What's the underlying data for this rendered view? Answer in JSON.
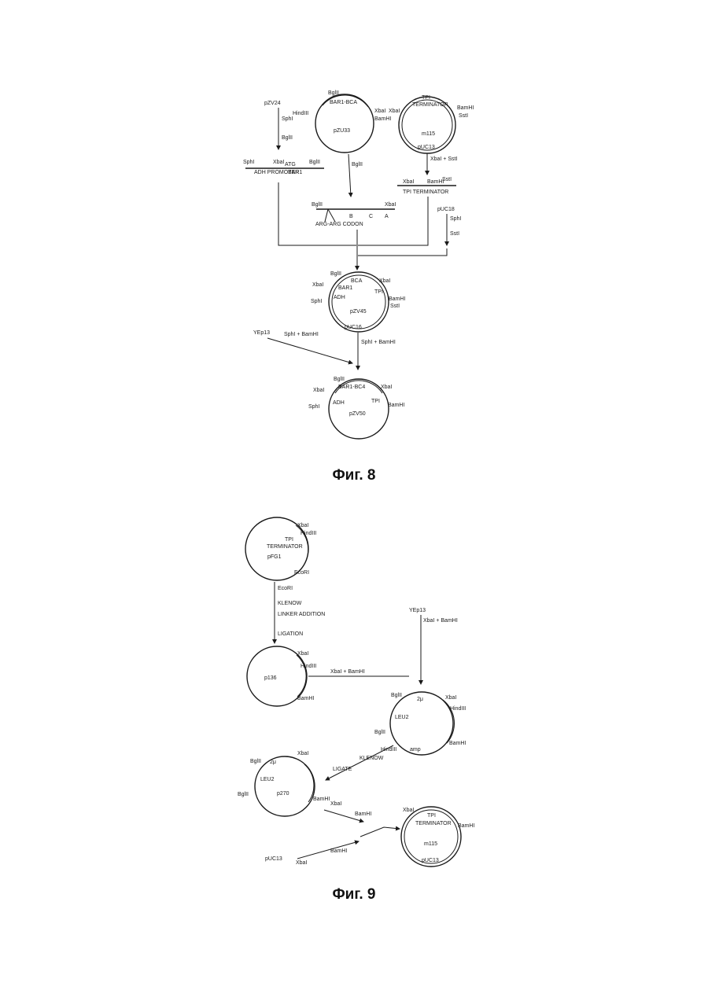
{
  "figures": {
    "fig8": {
      "caption": "Фиг. 8"
    },
    "fig9": {
      "caption": "Фиг. 9"
    }
  },
  "labels": {
    "pzv24": "pZV24",
    "sphi": "SphI",
    "bglii": "BglII",
    "hindiii": "HindIII",
    "xbai": "XbaI",
    "bamhi": "BamHI",
    "ssti": "SstI",
    "bar1_bca": "BAR1-BCA",
    "pzu33": "pZU33",
    "tpi_terminator": "TPI TERMINATOR",
    "tpi": "TPI",
    "terminator": "TERMINATOR",
    "m115": "m115",
    "puc13": "pUC13",
    "xbai_ssti": "XbaI + SstI",
    "atg": "ATG",
    "adh_promoter": "ADH PROMOTER",
    "adh": "ADH",
    "bar1": "BAR1",
    "b": "B",
    "c": "C",
    "a": "A",
    "arg_codon": "ARG-ARG CODON",
    "puc18": "pUC18",
    "bca": "BCA",
    "pzv45": "pZV45",
    "puc16": "pUC16",
    "yep13": "YEp13",
    "sphi_bamhi": "SphI + BamHI",
    "bar1_bc4": "BAR1-BC4",
    "pzv50": "pZV50",
    "pfg1": "pFG1",
    "ecori": "EcoRI",
    "klenow": "KLENOW",
    "linker_addition": "LINKER ADDITION",
    "ligation": "LIGATION",
    "p136": "p136",
    "xbai_bamhi": "XbaI + BamHI",
    "two_mu": "2μ",
    "leu2": "LEU2",
    "amp": "amp",
    "ligate": "LIGATE",
    "p270": "p270",
    "terminator_short": "TERMINATOR"
  },
  "colors": {
    "ink": "#1a1a1a",
    "paper": "#ffffff"
  }
}
